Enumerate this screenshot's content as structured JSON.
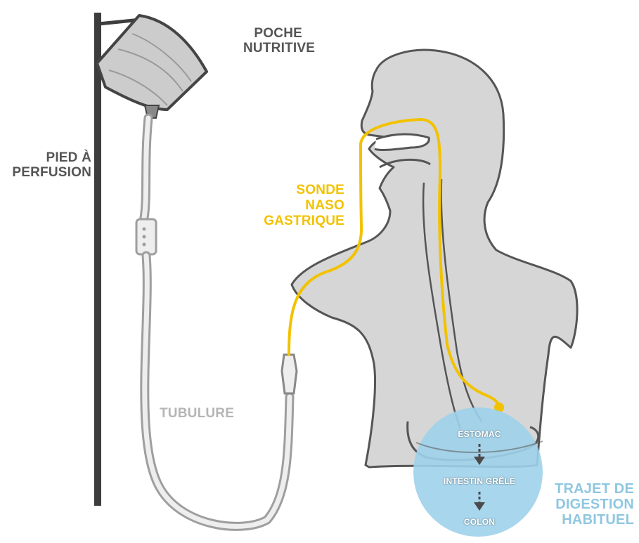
{
  "labels": {
    "pole": [
      "PIED À",
      "PERFUSION"
    ],
    "bag": [
      "POCHE",
      "NUTRITIVE"
    ],
    "tubing": "TUBULURE",
    "tube": [
      "SONDE",
      "NASO",
      "GASTRIQUE"
    ],
    "path_title": [
      "TRAJET DE",
      "DIGESTION",
      "HABITUEL"
    ],
    "steps": [
      "ESTOMAC",
      "INTESTIN GRÊLE",
      "COLON"
    ]
  },
  "colors": {
    "body_fill": "#d6d6d6",
    "body_outline": "#555555",
    "pole": "#3d3d3d",
    "tube_yellow": "#f2c200",
    "circle_blue": "#9fd2ea",
    "label_blue": "#8fc7e0",
    "label_dark": "#555555",
    "label_gray": "#b5b5b5"
  }
}
